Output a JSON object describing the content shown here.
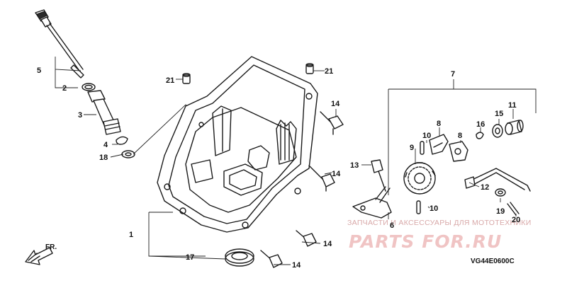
{
  "diagram": {
    "code": "VG44E0600C",
    "front_marker": "FR.",
    "watermark": {
      "text": "ЗАПЧАСТИ И АКСЕССУАРЫ ДЛЯ МОТОТЕХНИКИ",
      "logo": "PARTS FOR.RU"
    },
    "callouts": {
      "c1": "1",
      "c2": "2",
      "c3": "3",
      "c4": "4",
      "c5": "5",
      "c6": "6",
      "c7": "7",
      "c8a": "8",
      "c8b": "8",
      "c9": "9",
      "c10a": "10",
      "c10b": "10",
      "c11": "11",
      "c12": "12",
      "c13": "13",
      "c14a": "14",
      "c14b": "14",
      "c14c": "14",
      "c14d": "14",
      "c15": "15",
      "c16": "16",
      "c17": "17",
      "c18": "18",
      "c19": "19",
      "c20": "20",
      "c21a": "21",
      "c21b": "21"
    }
  }
}
